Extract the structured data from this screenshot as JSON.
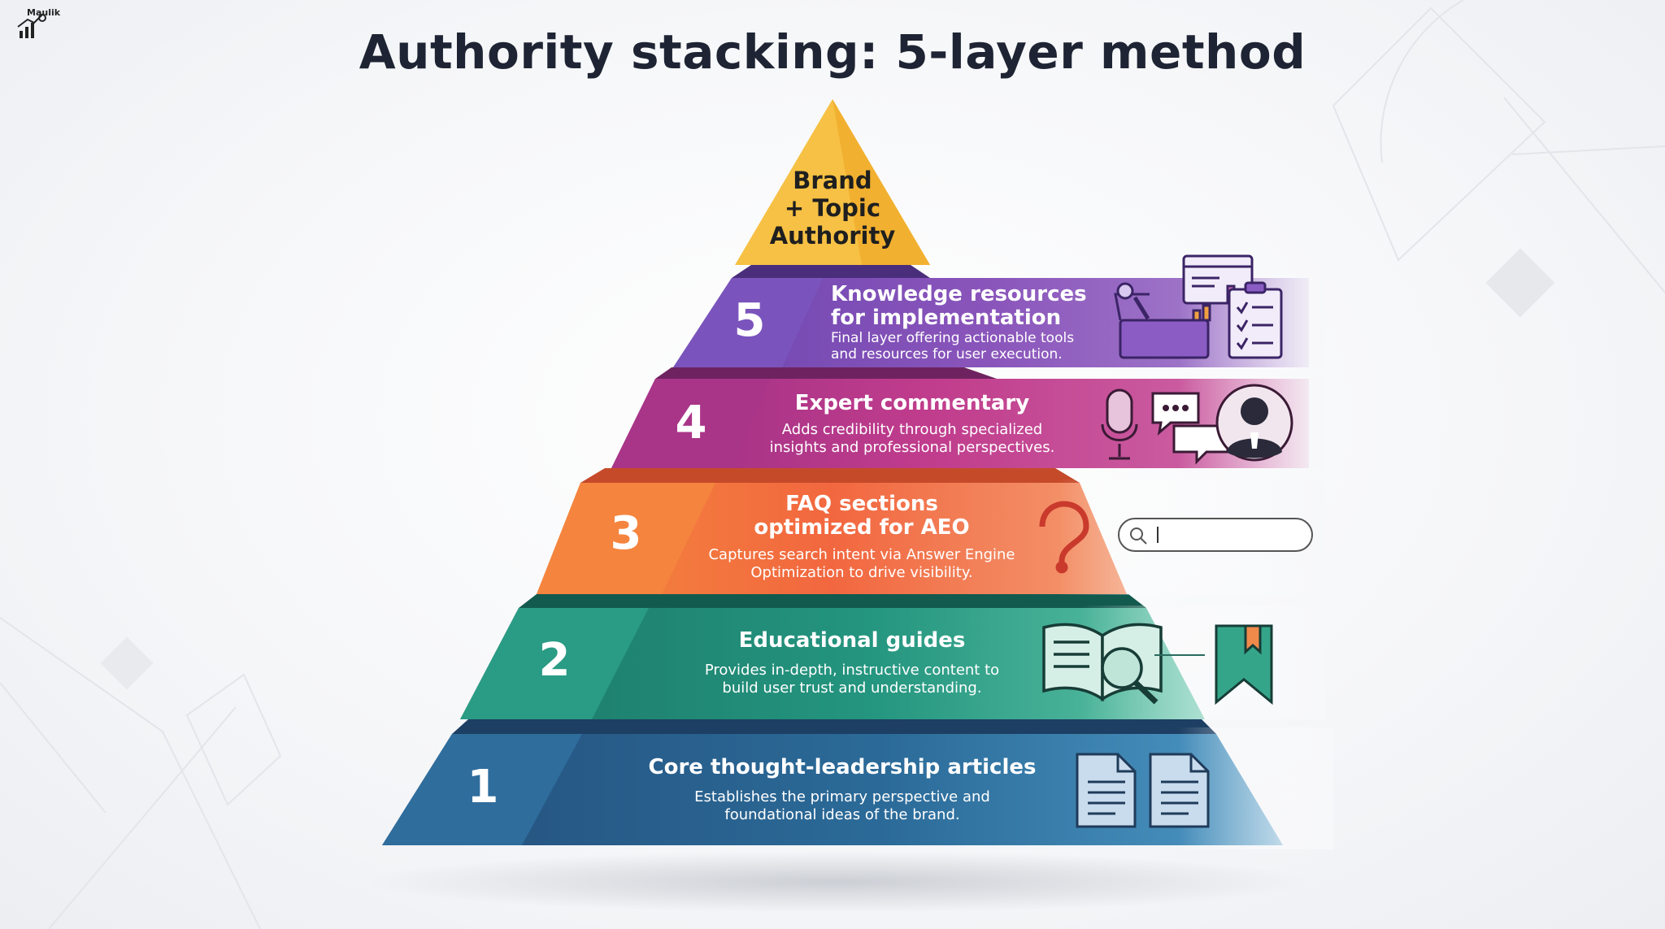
{
  "brand": {
    "name": "Maulik"
  },
  "title": "Authority stacking: 5-layer method",
  "apex": {
    "lines": [
      "Brand",
      "+ Topic",
      "Authority"
    ],
    "color": "#f5c242"
  },
  "layers": [
    {
      "number": "1",
      "title_lines": [
        "Core thought-leadership articles"
      ],
      "description_lines": [
        "Establishes the primary perspective and",
        "foundational ideas of the brand."
      ],
      "color": "#2b5f8f",
      "icons": [
        "document-icon",
        "document-icon"
      ]
    },
    {
      "number": "2",
      "title_lines": [
        "Educational guides"
      ],
      "description_lines": [
        "Provides in-depth, instructive content to",
        "build user trust and understanding."
      ],
      "color": "#1f8a79",
      "icons": [
        "open-book-magnifier-icon",
        "bookmark-icon"
      ]
    },
    {
      "number": "3",
      "title_lines": [
        "FAQ sections",
        "optimized for AEO"
      ],
      "description_lines": [
        "Captures search intent via Answer Engine",
        "Optimization to drive visibility."
      ],
      "color": "#f3753f",
      "icons": [
        "question-mark-icon",
        "search-bar-icon"
      ]
    },
    {
      "number": "4",
      "title_lines": [
        "Expert commentary"
      ],
      "description_lines": [
        "Adds credibility through specialized",
        "insights and professional perspectives."
      ],
      "color": "#b43a8e",
      "icons": [
        "microphone-icon",
        "chat-bubbles-icon",
        "expert-avatar-icon"
      ]
    },
    {
      "number": "5",
      "title_lines": [
        "Knowledge resources",
        "for implementation"
      ],
      "description_lines": [
        "Final layer offering actionable tools",
        "and resources for user execution."
      ],
      "color": "#7b4fb6",
      "icons": [
        "toolbox-icon",
        "browser-chart-icon",
        "checklist-icon"
      ]
    }
  ]
}
